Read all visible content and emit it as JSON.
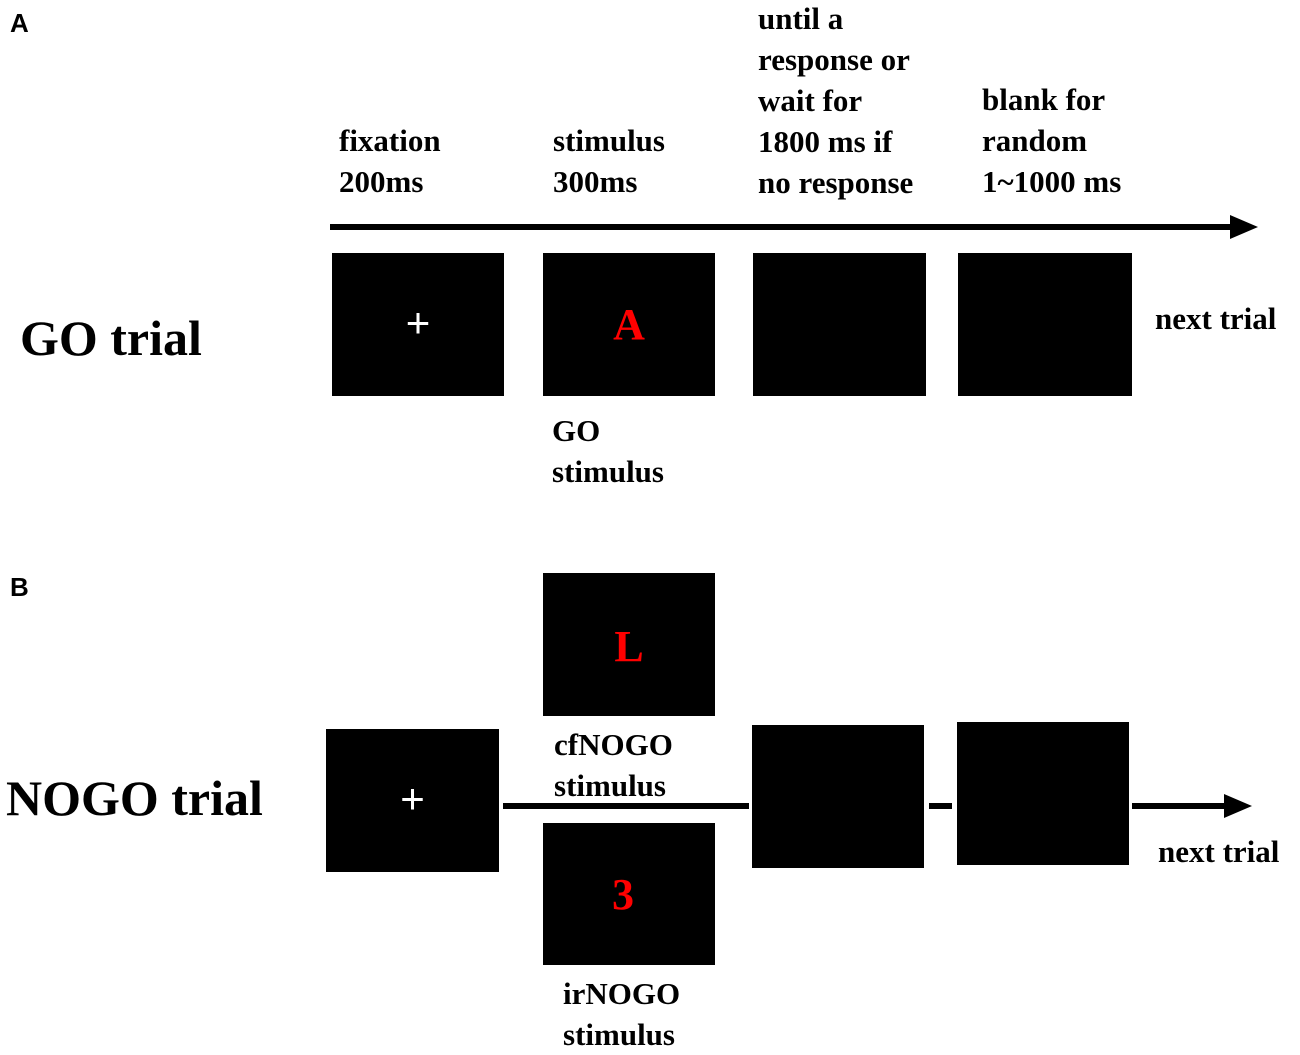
{
  "panels": {
    "a_letter": "A",
    "b_letter": "B"
  },
  "go": {
    "trial_label": "GO trial",
    "phases": [
      [
        "fixation",
        "200ms"
      ],
      [
        "stimulus",
        "300ms"
      ],
      [
        "until a",
        "response or",
        "wait for",
        "1800 ms if",
        "no response"
      ],
      [
        "blank for",
        "random",
        "1~1000 ms"
      ]
    ],
    "fixation_symbol": "+",
    "stimulus_letter": "A",
    "stimulus_caption": [
      "GO",
      "stimulus"
    ],
    "next_trial": "next trial"
  },
  "nogo": {
    "trial_label": "NOGO trial",
    "fixation_symbol": "+",
    "cf_letter": "L",
    "cf_caption": [
      "cfNOGO",
      "stimulus"
    ],
    "ir_letter": "3",
    "ir_caption": [
      "irNOGO",
      "stimulus"
    ],
    "next_trial": "next trial"
  },
  "colors": {
    "box": "#000000",
    "stimulus": "#ff0000",
    "fixation": "#ffffff"
  }
}
